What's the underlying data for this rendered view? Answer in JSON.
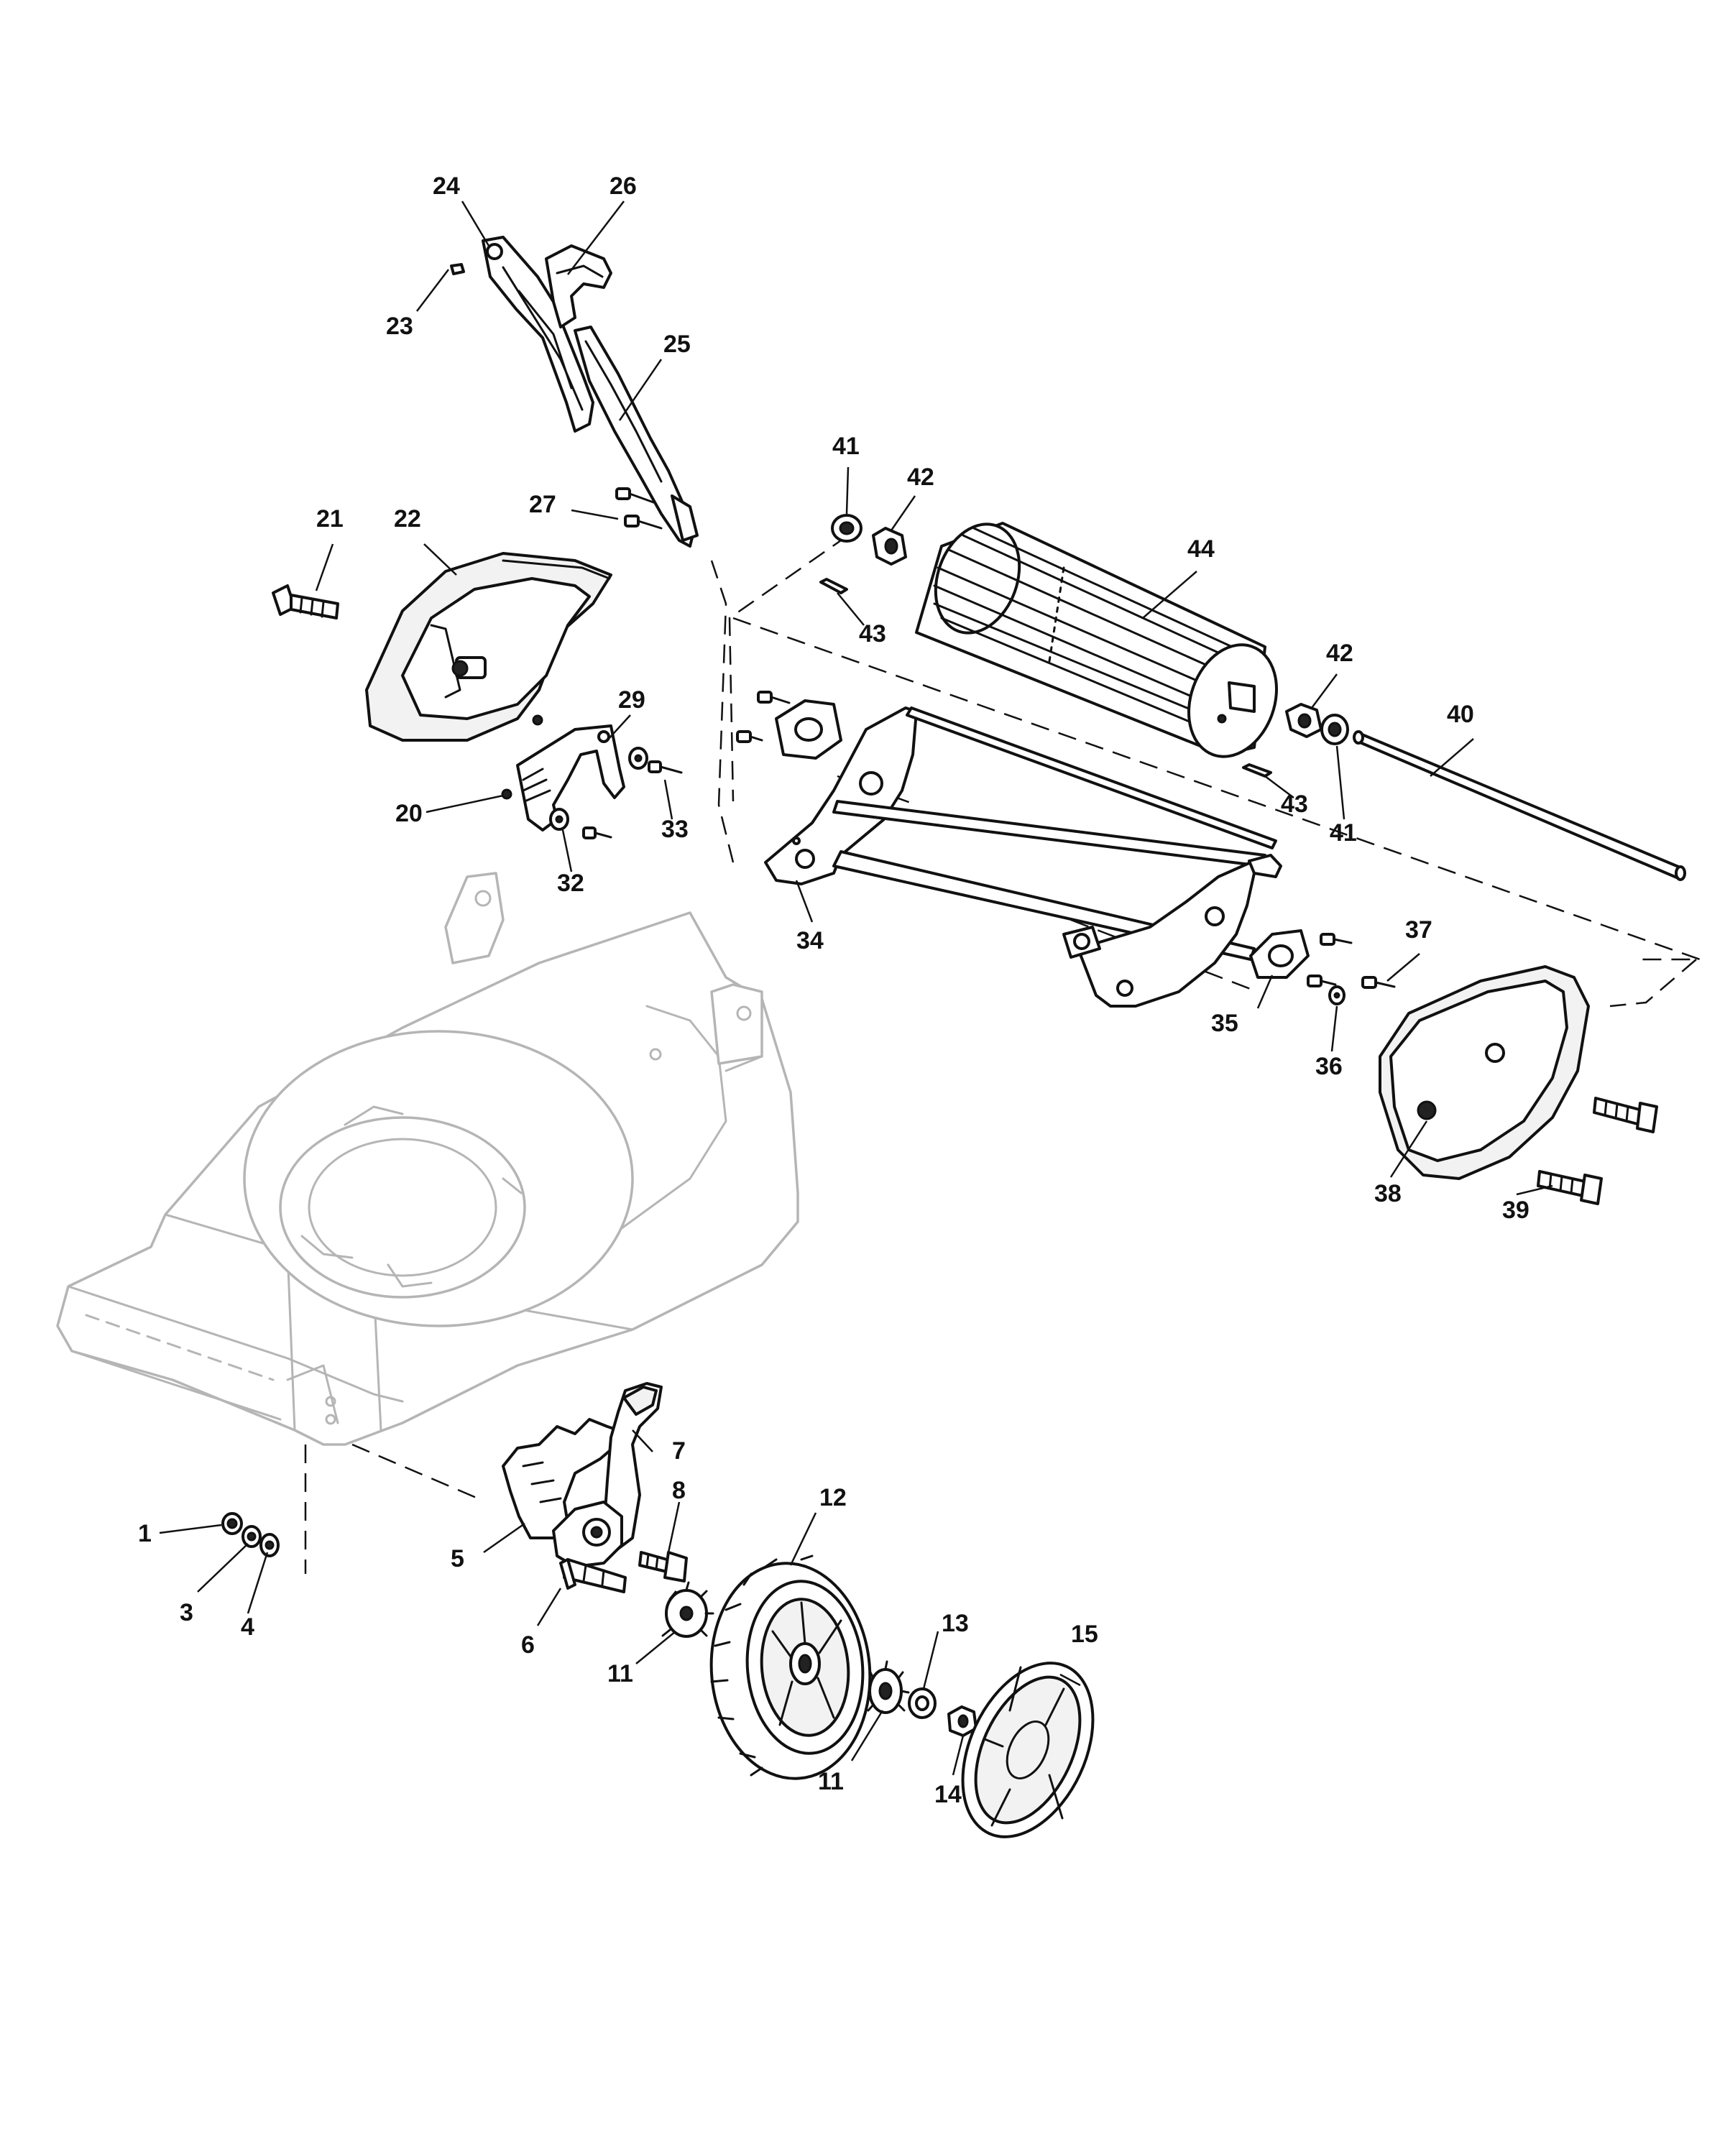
{
  "diagram": {
    "callouts": {
      "c1": "1",
      "c3": "3",
      "c4": "4",
      "c5": "5",
      "c6": "6",
      "c7": "7",
      "c8": "8",
      "c11a": "11",
      "c11b": "11",
      "c12": "12",
      "c13": "13",
      "c14": "14",
      "c15": "15",
      "c20": "20",
      "c21": "21",
      "c22": "22",
      "c23": "23",
      "c24": "24",
      "c25": "25",
      "c26": "26",
      "c27": "27",
      "c29": "29",
      "c32": "32",
      "c33": "33",
      "c34": "34",
      "c35": "35",
      "c36": "36",
      "c37": "37",
      "c38": "38",
      "c39": "39",
      "c40": "40",
      "c41a": "41",
      "c41b": "41",
      "c42a": "42",
      "c42b": "42",
      "c43a": "43",
      "c43b": "43",
      "c44": "44"
    }
  }
}
